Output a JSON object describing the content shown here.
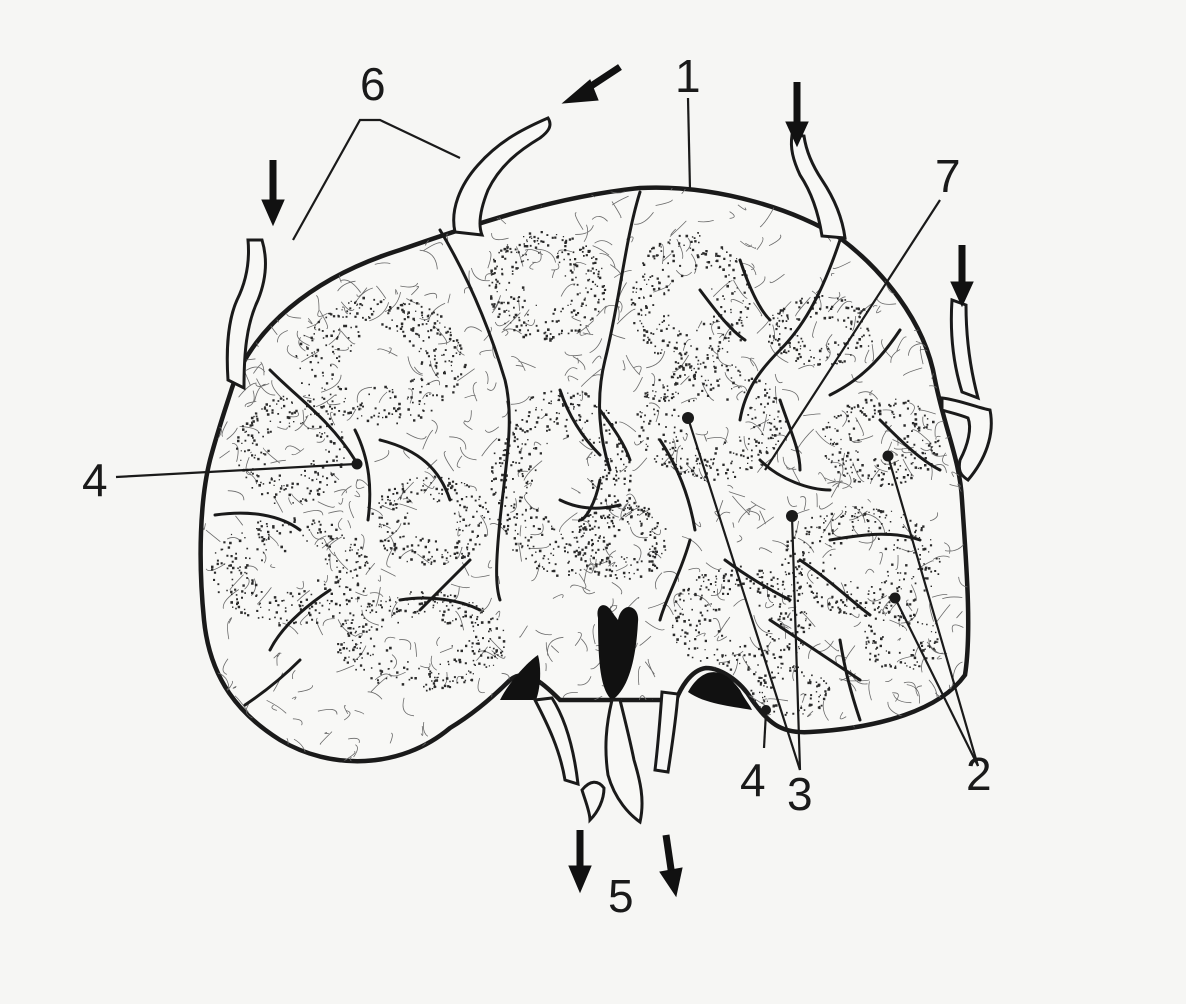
{
  "diagram": {
    "colors": {
      "ink": "#1a1a1a",
      "paper": "#f6f6f4",
      "stipple": "#2b2b2b"
    },
    "labels": [
      {
        "id": "label-1",
        "text": "1"
      },
      {
        "id": "label-2",
        "text": "2"
      },
      {
        "id": "label-3",
        "text": "3"
      },
      {
        "id": "label-4-left",
        "text": "4"
      },
      {
        "id": "label-4-bottom",
        "text": "4"
      },
      {
        "id": "label-5",
        "text": "5"
      },
      {
        "id": "label-6",
        "text": "6"
      },
      {
        "id": "label-7",
        "text": "7"
      }
    ]
  }
}
